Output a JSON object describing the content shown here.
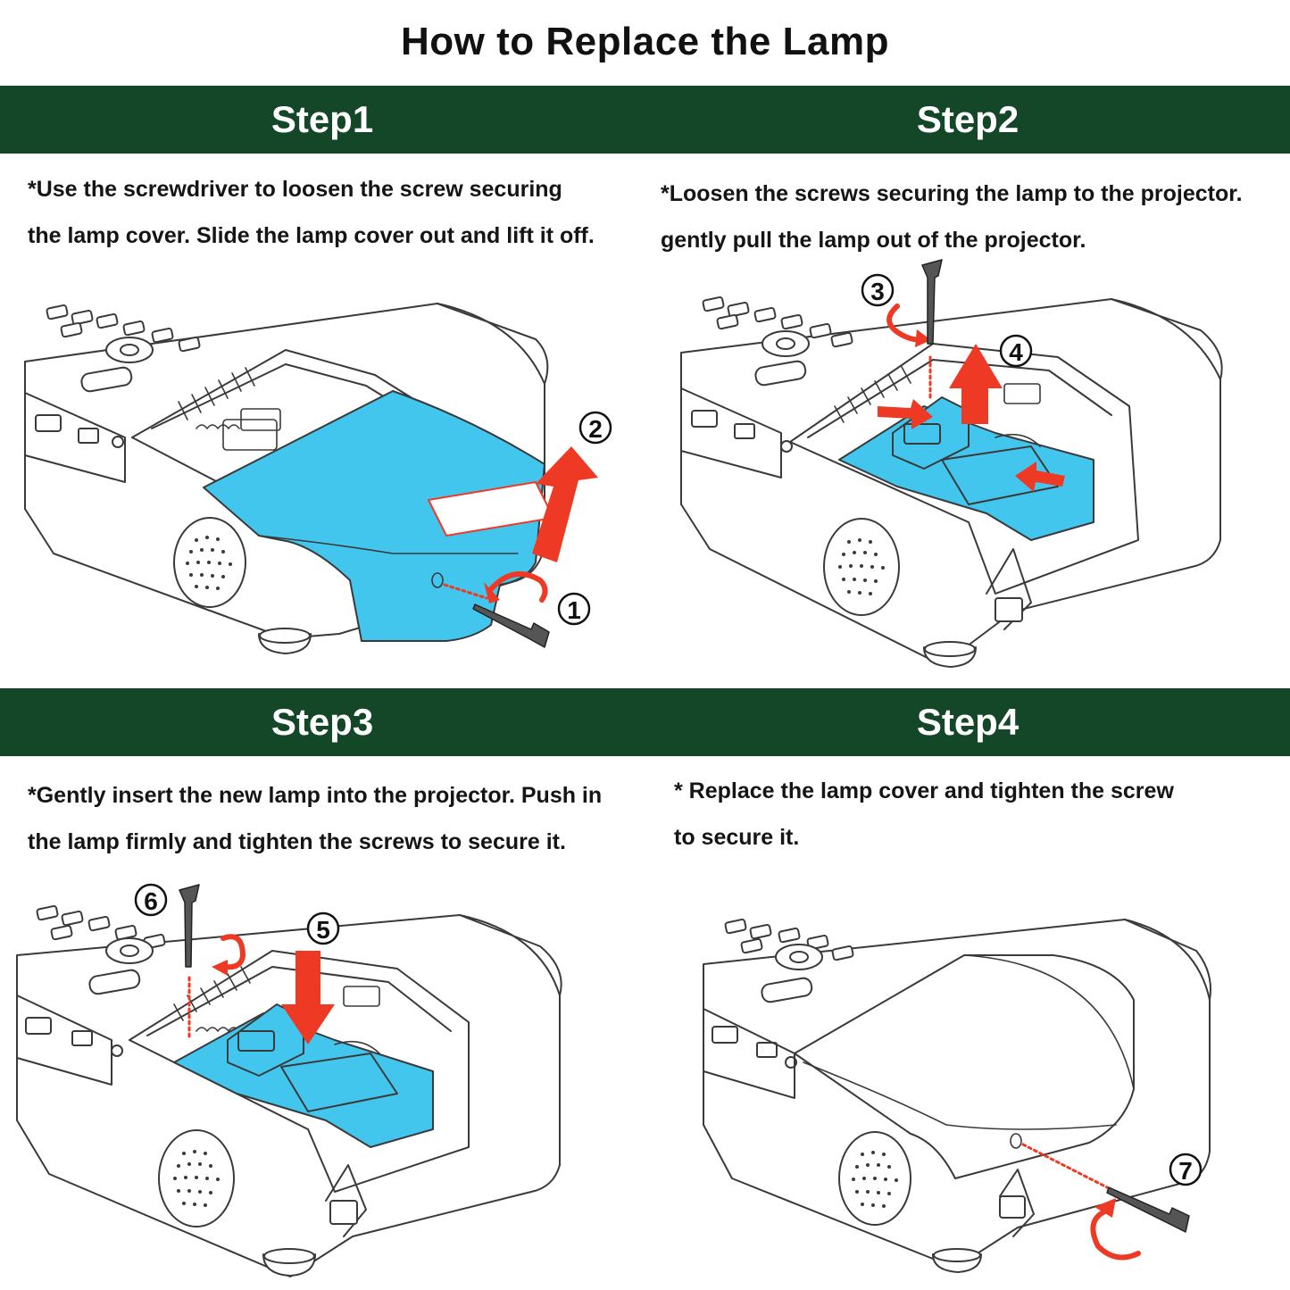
{
  "title": "How to Replace the Lamp",
  "colors": {
    "band": "#144628",
    "lamp_blue": "#43C6EE",
    "arrow_red": "#EE3A24",
    "line": "#3A3A3A"
  },
  "steps": [
    {
      "heading": "Step1",
      "lines": [
        "*Use the screwdriver  to loosen the screw securing",
        "the lamp cover. Slide the lamp cover out and lift it off."
      ],
      "markers": [
        "1",
        "2"
      ]
    },
    {
      "heading": "Step2",
      "lines": [
        "*Loosen the screws securing the lamp to the projector.",
        "gently pull the lamp out of the projector."
      ],
      "markers": [
        "3",
        "4"
      ]
    },
    {
      "heading": "Step3",
      "lines": [
        "*Gently insert the new lamp into the projector. Push in",
        "the lamp firmly and tighten the screws to secure it."
      ],
      "markers": [
        "6",
        "5"
      ]
    },
    {
      "heading": "Step4",
      "lines": [
        "* Replace the lamp cover and tighten the screw",
        "to secure it."
      ],
      "markers": [
        "7"
      ]
    }
  ]
}
